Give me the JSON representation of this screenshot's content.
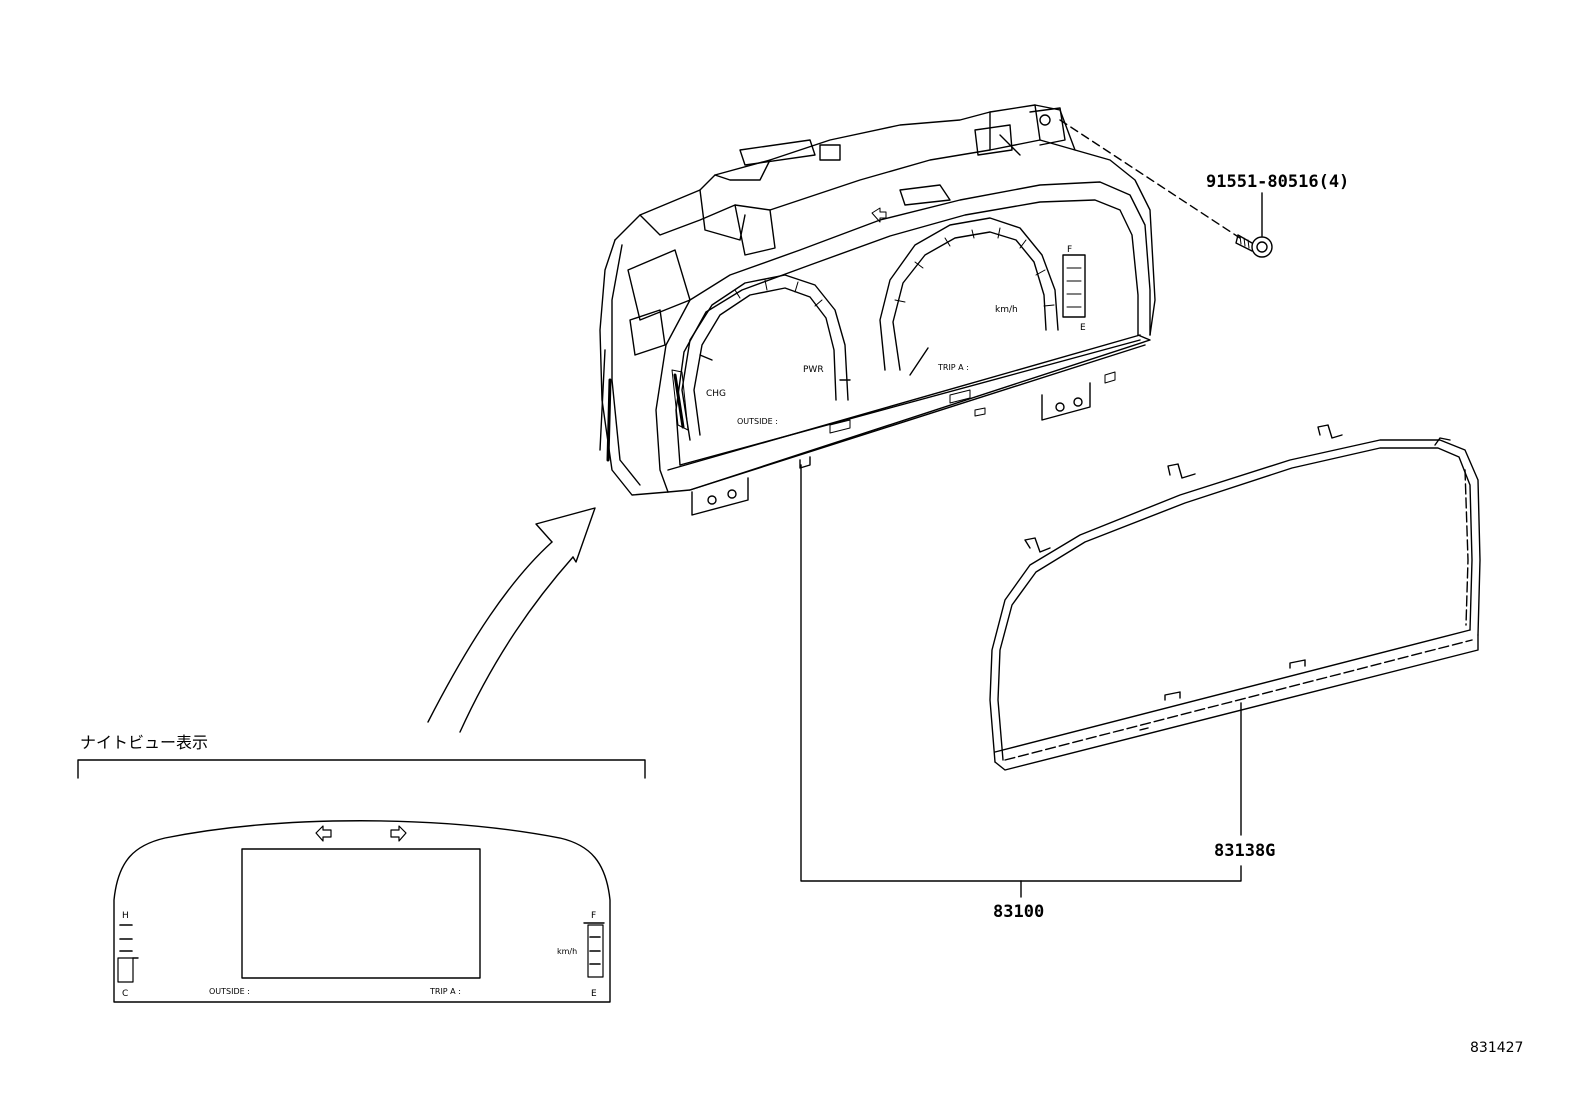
{
  "diagram": {
    "part_numbers": {
      "screw": "91551-80516(4)",
      "cluster_assembly": "83100",
      "glass_cover": "83138G"
    },
    "figure_id": "831427",
    "night_view_section_title": "ナイトビュー表示",
    "cluster_labels": {
      "chg": "CHG",
      "pwr": "PWR",
      "outside": "OUTSIDE :",
      "trip": "TRIP A :",
      "kmh": "km/h",
      "fuel_full": "F",
      "fuel_empty": "E"
    },
    "night_view_labels": {
      "temp_hot": "H",
      "temp_cold": "C",
      "fuel_full": "F",
      "fuel_empty": "E",
      "kmh": "km/h",
      "outside": "OUTSIDE :",
      "trip": "TRIP A :"
    }
  }
}
